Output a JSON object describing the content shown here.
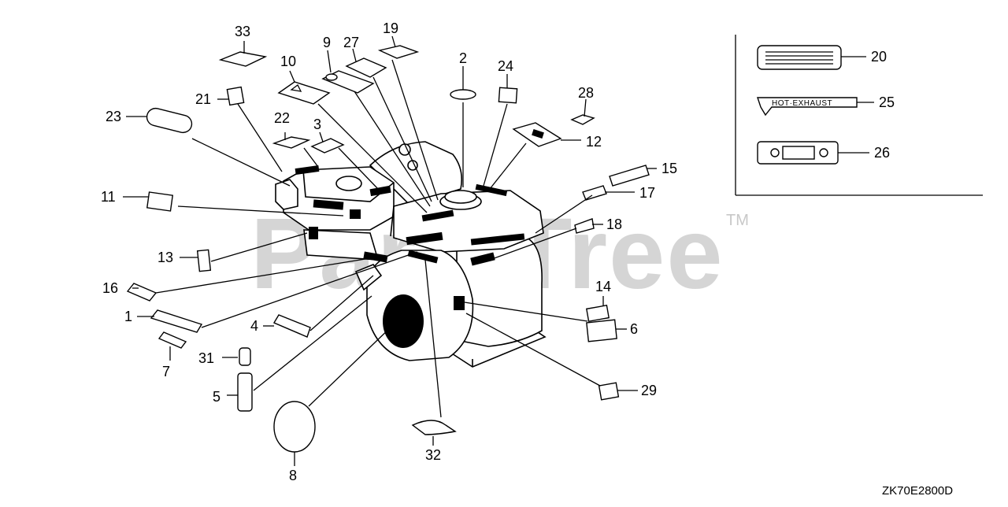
{
  "diagram": {
    "drawing_code": "ZK70E2800D",
    "watermark": "PartsTree",
    "watermark_tm": "TM",
    "inset_labels": {
      "hot_exhaust": "HOT·EXHAUST"
    },
    "callouts": {
      "n1": "1",
      "n2": "2",
      "n3": "3",
      "n4": "4",
      "n5": "5",
      "n6": "6",
      "n7": "7",
      "n8": "8",
      "n9": "9",
      "n10": "10",
      "n11": "11",
      "n12": "12",
      "n13": "13",
      "n14": "14",
      "n15": "15",
      "n16": "16",
      "n17": "17",
      "n18": "18",
      "n19": "19",
      "n20": "20",
      "n21": "21",
      "n22": "22",
      "n23": "23",
      "n24": "24",
      "n25": "25",
      "n26": "26",
      "n27": "27",
      "n28": "28",
      "n29": "29",
      "n31": "31",
      "n32": "32",
      "n33": "33"
    }
  }
}
